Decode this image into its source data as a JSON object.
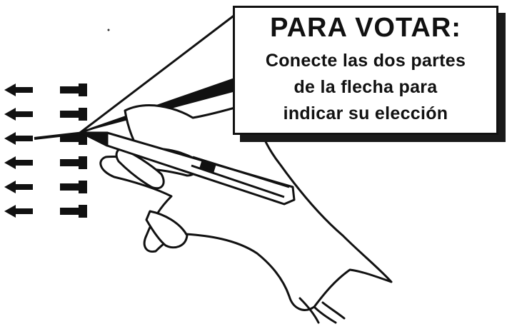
{
  "instruction_box": {
    "title": "PARA VOTAR:",
    "lines": [
      "Conecte las dos partes",
      "de la flecha para",
      "indicar su elección"
    ]
  },
  "ballot": {
    "arrow_rows": 6,
    "marked_row": 3
  },
  "icons": {
    "hand": "hand-holding-pen-icon",
    "pen": "pen-icon",
    "arrow": "ballot-arrow-icon"
  },
  "colors": {
    "ink": "#111111",
    "paper": "#ffffff",
    "shadow": "#1a1a1a"
  }
}
